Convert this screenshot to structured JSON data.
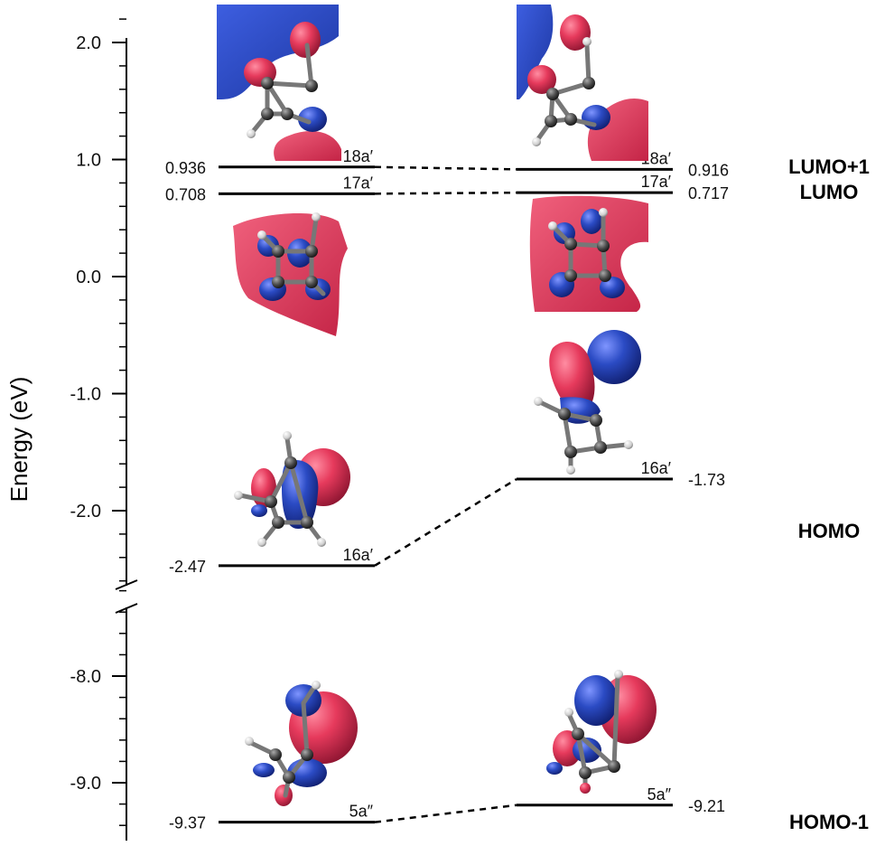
{
  "axis": {
    "title": "Energy (eV)",
    "upper_ticks": [
      {
        "value": 2.0,
        "label": "2.0"
      },
      {
        "value": 1.0,
        "label": "1.0"
      },
      {
        "value": 0.0,
        "label": "0.0"
      },
      {
        "value": -1.0,
        "label": "-1.0"
      },
      {
        "value": -2.0,
        "label": "-2.0"
      }
    ],
    "lower_ticks": [
      {
        "value": -8.0,
        "label": "-8.0"
      },
      {
        "value": -9.0,
        "label": "-9.0"
      }
    ]
  },
  "levels": {
    "left": [
      {
        "id": "lumo1",
        "value": 0.936,
        "label": "0.936",
        "symmetry": "18a′"
      },
      {
        "id": "lumo",
        "value": 0.708,
        "label": "0.708",
        "symmetry": "17a′"
      },
      {
        "id": "homo",
        "value": -2.47,
        "label": "-2.47",
        "symmetry": "16a′"
      },
      {
        "id": "homo1",
        "value": -9.37,
        "label": "-9.37",
        "symmetry": "5a″"
      }
    ],
    "right": [
      {
        "id": "lumo1",
        "value": 0.916,
        "label": "0.916",
        "symmetry": "18a′"
      },
      {
        "id": "lumo",
        "value": 0.717,
        "label": "0.717",
        "symmetry": "17a′"
      },
      {
        "id": "homo",
        "value": -1.73,
        "label": "-1.73",
        "symmetry": "16a′"
      },
      {
        "id": "homo1",
        "value": -9.21,
        "label": "-9.21",
        "symmetry": "5a″"
      }
    ]
  },
  "orbital_labels": {
    "lumo1": "LUMO+1",
    "lumo": "LUMO",
    "homo": "HOMO",
    "homo1": "HOMO-1"
  },
  "colors": {
    "positive_lobe": "#e63a5c",
    "negative_lobe": "#2b4bc4",
    "carbon_atom": "#4a4a4a",
    "hydrogen_atom": "#d8d8d8",
    "line": "#000000"
  }
}
